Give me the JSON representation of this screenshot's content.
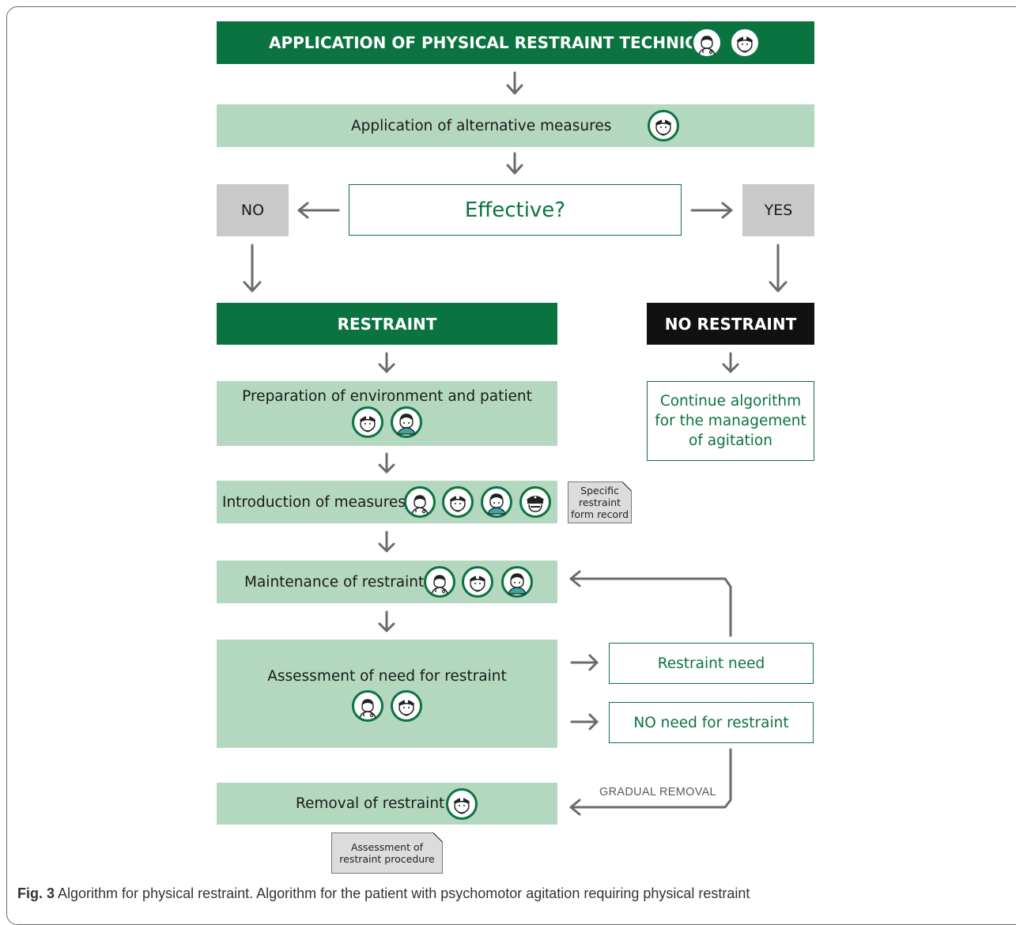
{
  "steps": {
    "application": "APPLICATION OF PHYSICAL RESTRAINT TECHNIQUE",
    "alternative": "Application of alternative measures",
    "effective": "Effective?",
    "no": "NO",
    "yes": "YES",
    "restraint": "RESTRAINT",
    "no_restraint": "NO RESTRAINT",
    "continue": "Continue algorithm for the management of agitation",
    "preparation": "Preparation of environment and patient",
    "introduction": "Introduction of measures",
    "maintenance": "Maintenance of restraint",
    "assessment": "Assessment of need for restraint",
    "restraint_need": "Restraint need",
    "no_need": "NO need for restraint",
    "removal": "Removal of restraint",
    "gradual_removal": "GRADUAL REMOVAL"
  },
  "notes": {
    "specific_form": "Specific restraint form record",
    "assessment_procedure": "Assessment of restraint procedure"
  },
  "caption": {
    "label": "Fig. 3",
    "text": " Algorithm for physical restraint. Algorithm for the patient with psychomotor agitation requiring physical restraint"
  },
  "icons": {
    "doctor": "doctor-icon",
    "nurse": "nurse-icon",
    "assistant": "nursing-assistant-icon",
    "security": "security-guard-icon"
  },
  "colors": {
    "dark_green": "#0b7340",
    "light_green": "#b4d7bf",
    "gray": "#c9c9c9",
    "black": "#111111",
    "arrow": "#6b6b6b"
  }
}
